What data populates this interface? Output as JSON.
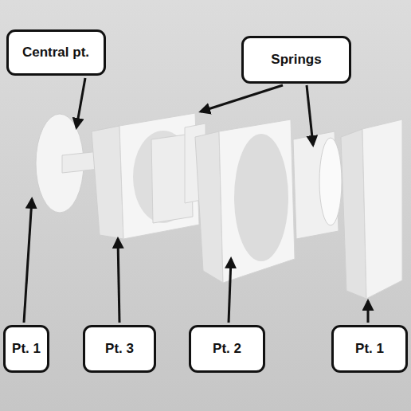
{
  "diagram": {
    "nodes": [
      {
        "text": [
          "Central pt."
        ]
      },
      {
        "text": [
          "Springs"
        ]
      },
      {
        "text": [
          "Pt. 1"
        ]
      },
      {
        "text": [
          "Pt. 3"
        ]
      },
      {
        "text": [
          "Pt. 2"
        ]
      },
      {
        "text": [
          "Pt. 1"
        ]
      }
    ]
  }
}
